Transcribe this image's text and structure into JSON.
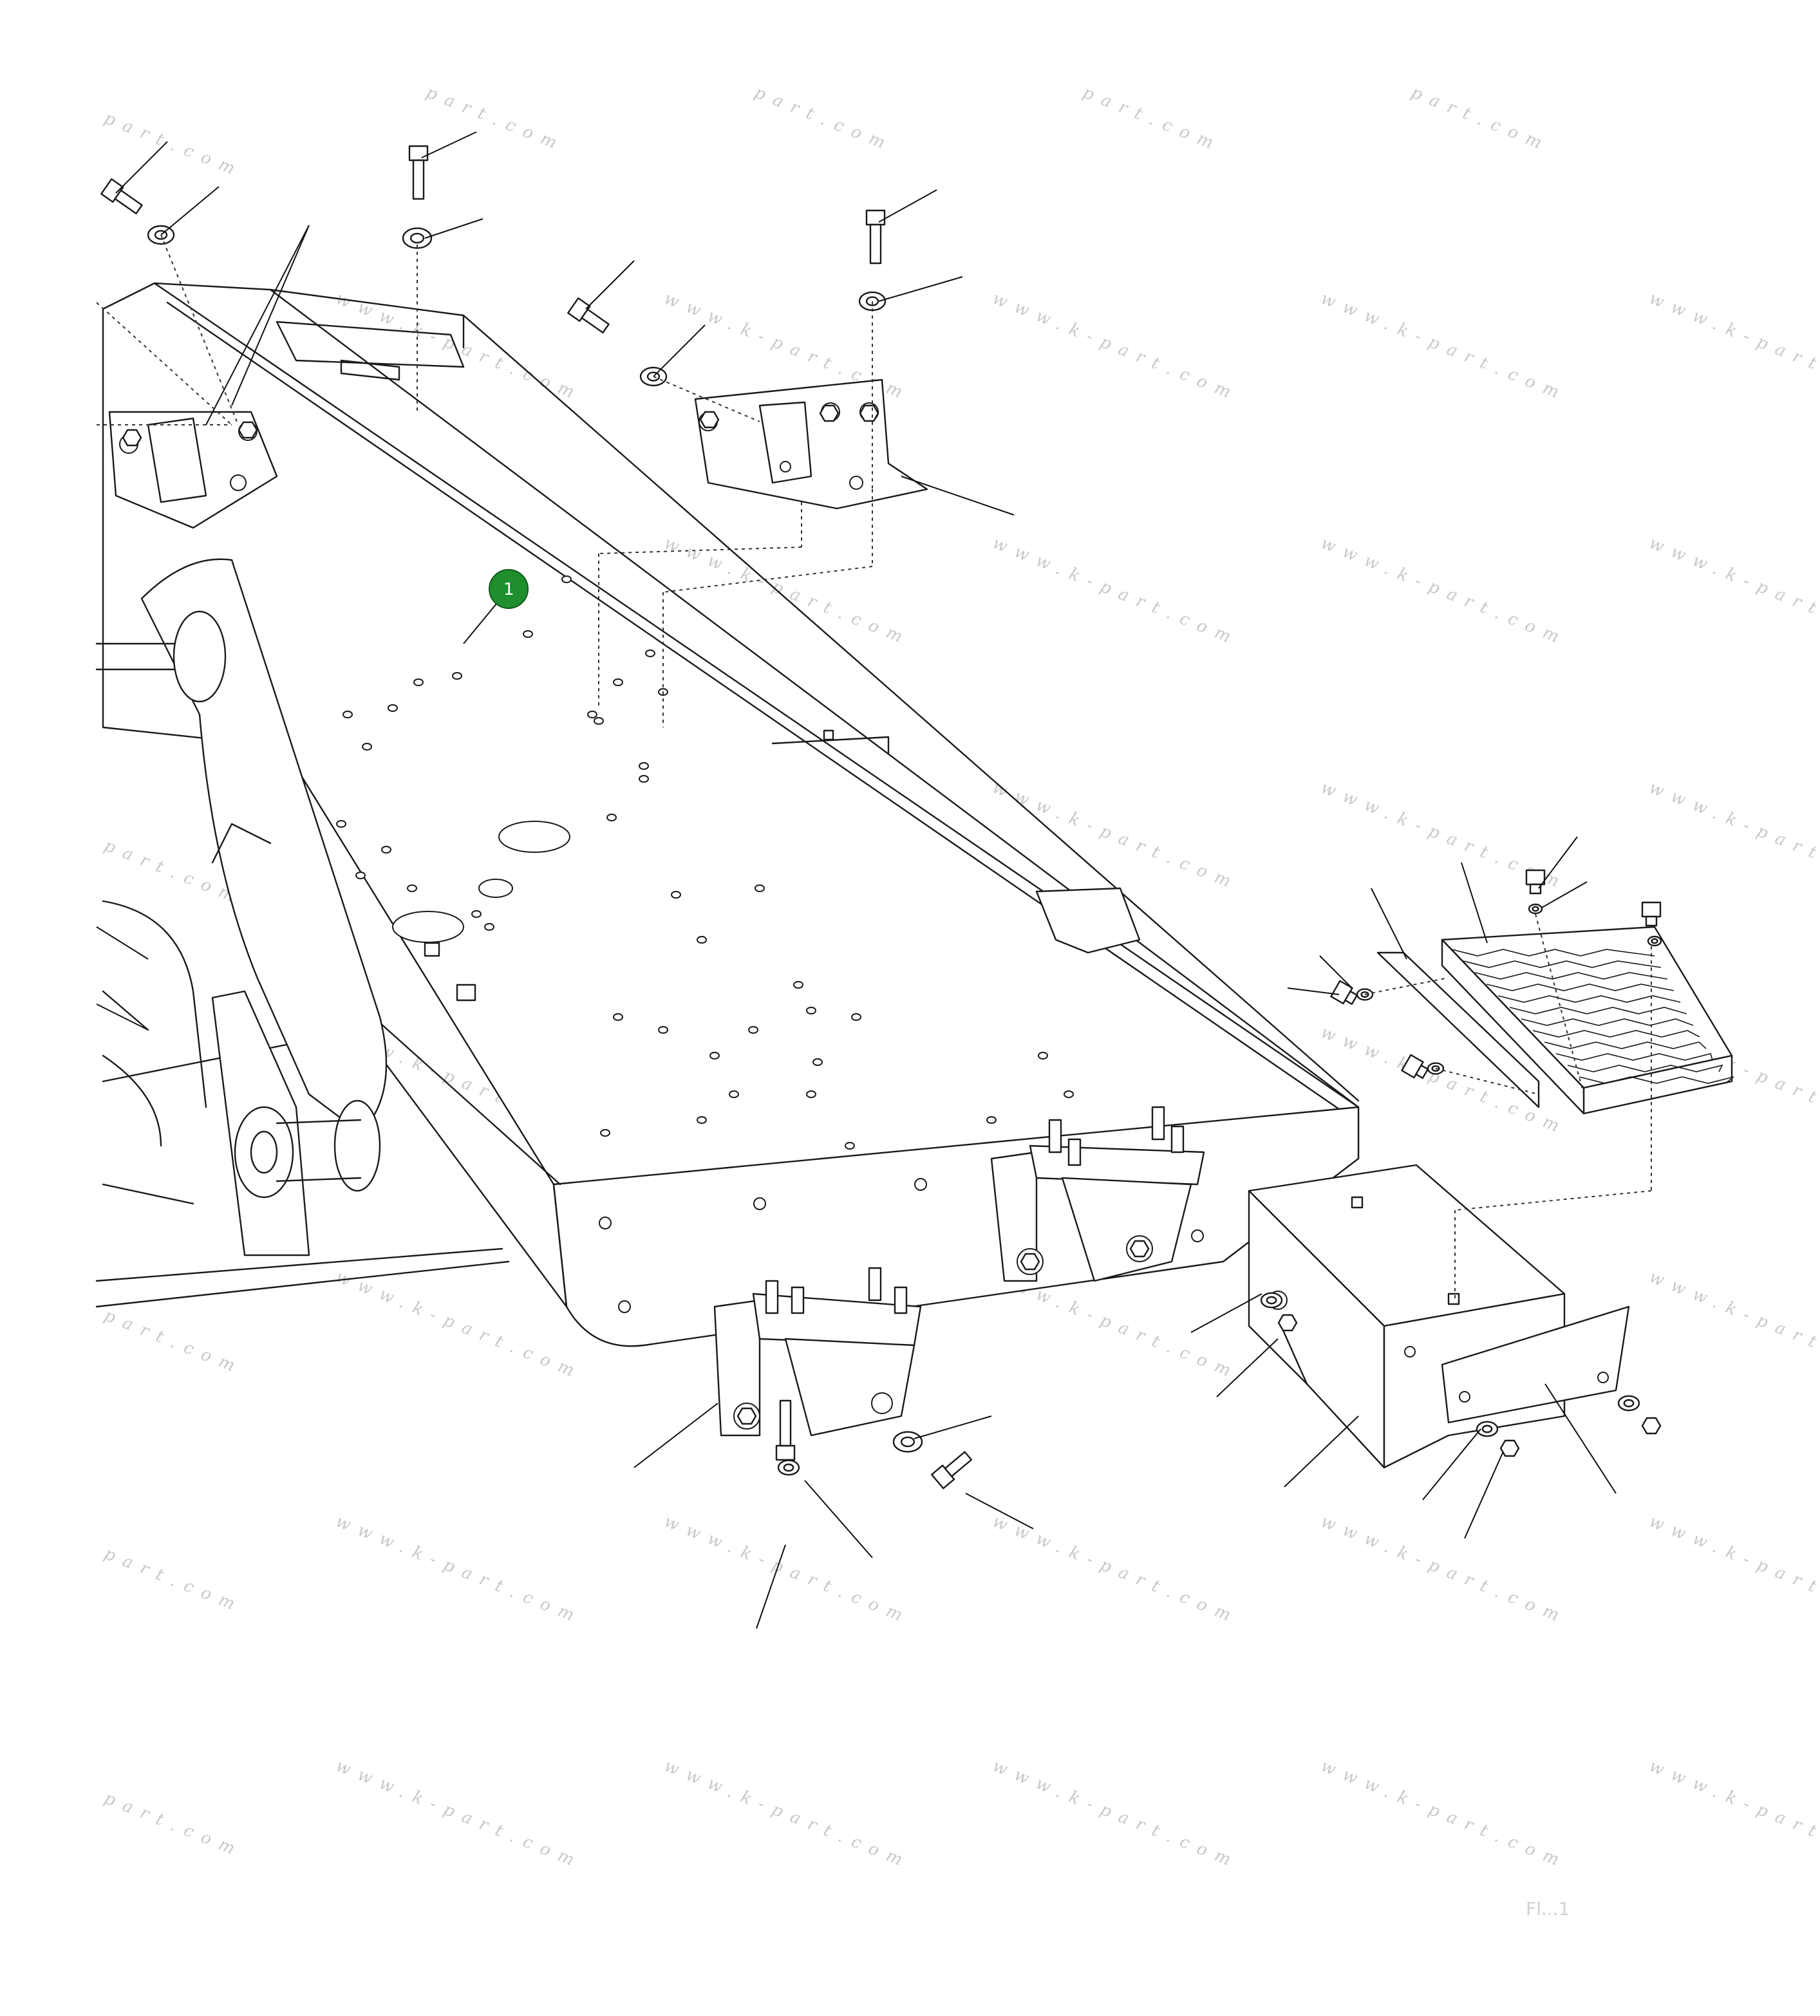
{
  "diagram": {
    "watermark_domain": "part.com",
    "watermark_full": "www.k-part.com",
    "callouts": [
      {
        "label": "1",
        "color": "#1f8f2e"
      }
    ],
    "sheet_ref": "Fl...1",
    "parts": [
      "bolt-icon",
      "washer-icon",
      "nut-icon",
      "bracket-icon",
      "step-grate-icon",
      "step-box-icon",
      "frame-plate-icon",
      "swing-arm-icon"
    ]
  }
}
